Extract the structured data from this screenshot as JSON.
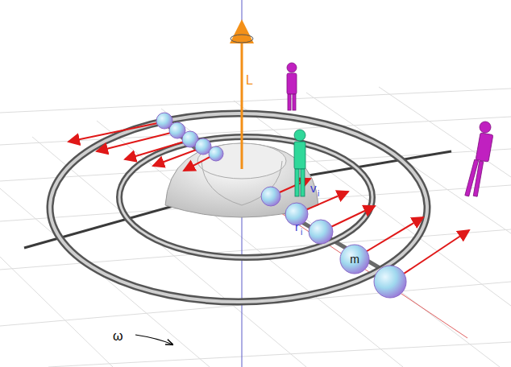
{
  "diagram": {
    "nodes": [
      {
        "text": [
          "m"
        ]
      }
    ],
    "labels": [
      "L",
      "v",
      "i",
      "r",
      "i",
      "ω"
    ]
  }
}
